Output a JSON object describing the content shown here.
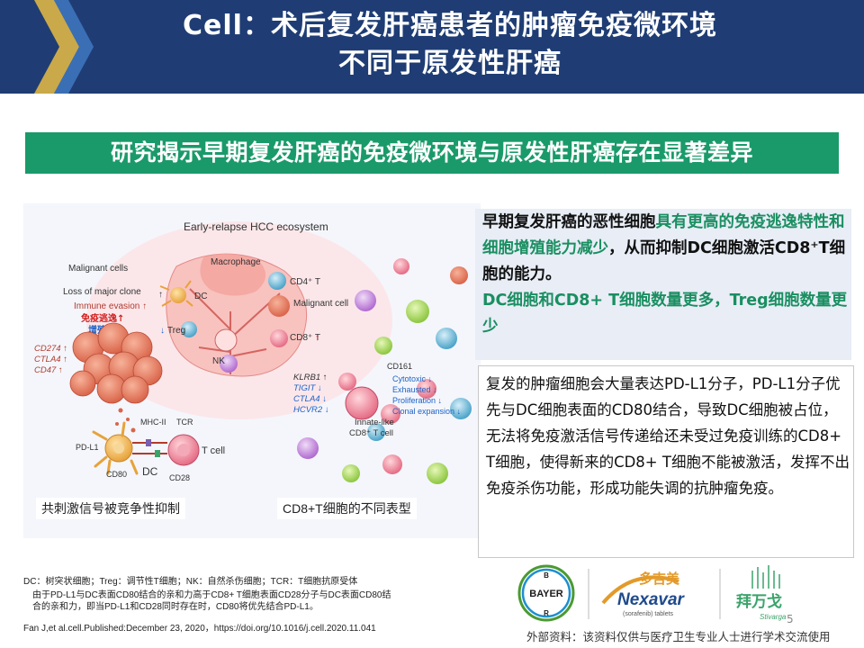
{
  "header": {
    "title_line1": "Cell：术后复发肝癌患者的肿瘤免疫微环境",
    "title_line2": "不同于原发性肝癌"
  },
  "banner": {
    "text": "研究揭示早期复发肝癌的免疫微环境与原发性肝癌存在显著差异"
  },
  "figure": {
    "title": "Early-relapse HCC ecosystem",
    "left_labels": {
      "malignant_cells": "Malignant cells",
      "loss_clone": "Loss of major clone",
      "immune_evasion": "Immune evasion ↑",
      "escape_cn": "免疫逃逸↑",
      "prolif_cn": "增殖↓",
      "cd274": "CD274 ↑",
      "ctla4": "CTLA4 ↑",
      "cd47": "CD47 ↑"
    },
    "center_labels": {
      "macrophage": "Macrophage",
      "dc": "DC",
      "treg": "Treg",
      "nk": "NK",
      "cd4t": "CD4⁺ T",
      "malignant_cell": "Malignant cell",
      "cd8t": "CD8⁺ T"
    },
    "synapse_labels": {
      "mhc2": "MHC-II",
      "tcr": "TCR",
      "pdl1": "PD-L1",
      "cd80": "CD80",
      "dc": "DC",
      "cd28": "CD28",
      "tcell": "T cell"
    },
    "marker_labels": [
      "KLRB1 ↑",
      "TIGIT ↓",
      "CTLA4 ↓",
      "HCVR2 ↓"
    ],
    "cd161": "CD161",
    "function_labels": [
      "Cytotoxic ↓",
      "Exhausted ↓",
      "Proliferation ↓",
      "Clonal expansion ↓"
    ],
    "innate_line1": "Innate-like",
    "innate_line2": "CD8⁺ T cell",
    "caption_left": "共刺激信号被竞争性抑制",
    "caption_right": "CD8+T细胞的不同表型"
  },
  "highlight": {
    "p1_black1": "早期复发肝癌的恶性细胞",
    "p1_green": "具有更高的免疫逃逸特性和细胞增殖能力减少",
    "p1_black2": "，从而抑制DC细胞激活CD8⁺T细胞的能力。",
    "p2_green": "DC细胞和CD8+ T细胞数量更多，Treg细胞数量更少"
  },
  "description": {
    "text": "复发的肿瘤细胞会大量表达PD-L1分子，PD-L1分子优先与DC细胞表面的CD80结合，导致DC细胞被占位，无法将免疫激活信号传递给还未受过免疫训练的CD8+ T细胞，使得新来的CD8+ T细胞不能被激活，发挥不出免疫杀伤功能，形成功能失调的抗肿瘤免疫。"
  },
  "footnotes": {
    "abbrev": "DC：树突状细胞；Treg：调节性T细胞；NK：自然杀伤细胞；TCR：T细胞抗原受体",
    "mechanism_line1": "由于PD-L1与DC表面CD80结合的亲和力高于CD8+ T细胞表面CD28分子与DC表面CD80结",
    "mechanism_line2": "合的亲和力，即当PD-L1和CD28同时存在时，CD80将优先结合PD-L1。",
    "reference": "Fan J,et al.cell.Published:December 23, 2020，https://doi.org/10.1016/j.cell.2020.11.041"
  },
  "logos": {
    "bayer": "BAYER",
    "nexavar_cn": "多吉美",
    "nexavar": "Nexavar",
    "nexavar_sub": "(sorafenib) tablets",
    "stivarga_cn": "拜万戈",
    "stivarga": "Stivarga"
  },
  "page_number": "5",
  "disclaimer": "外部资料：该资料仅供与医疗卫生专业人士进行学术交流使用",
  "colors": {
    "header_bg": "#1f3d74",
    "banner_bg": "#1a9a6a",
    "highlight_green": "#1a8f61",
    "chevron_gold": "#c9a94a"
  }
}
